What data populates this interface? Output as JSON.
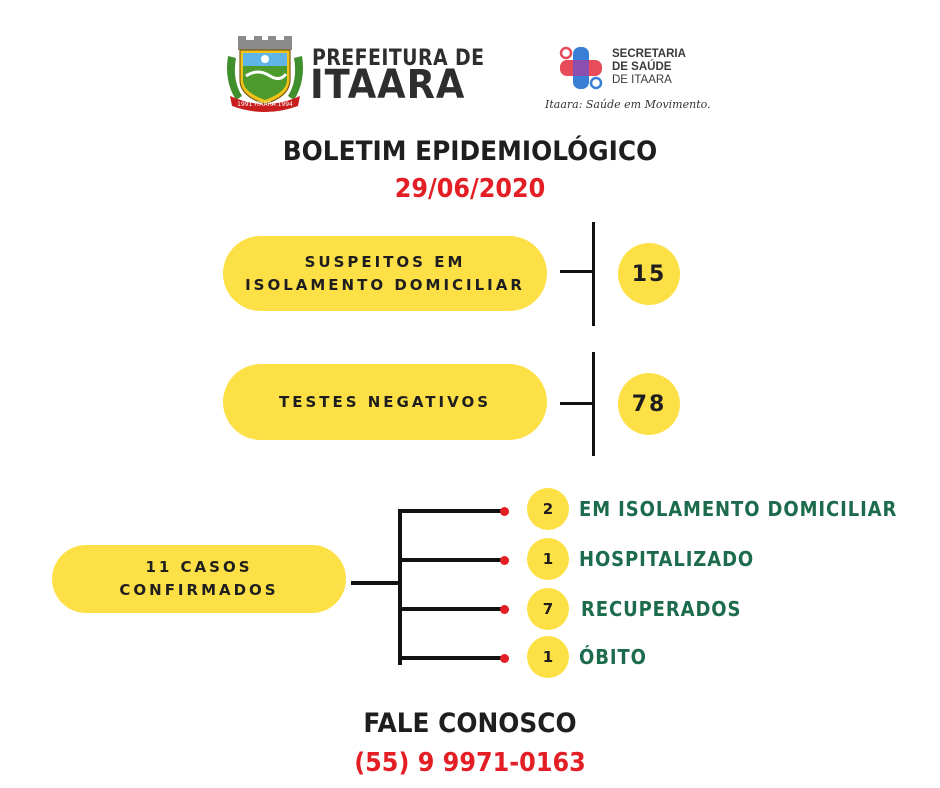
{
  "header": {
    "prefeitura_line1": "PREFEITURA DE",
    "prefeitura_line2": "ITAARA",
    "secretaria_line1": "SECRETARIA",
    "secretaria_line2": "DE SAÚDE",
    "secretaria_line3": "DE ITAARA",
    "tagline": "Itaara: Saúde em Movimento.",
    "crest_icon": "municipal-coat-of-arms",
    "health_icon": "medical-cross-logo"
  },
  "title": "BOLETIM EPIDEMIOLÓGICO",
  "date": "29/06/2020",
  "stats": {
    "suspeitos": {
      "label_line1": "SUSPEITOS EM",
      "label_line2": "ISOLAMENTO DOMICILIAR",
      "value": "15"
    },
    "negativos": {
      "label": "TESTES NEGATIVOS",
      "value": "78"
    }
  },
  "confirmados": {
    "label_line1": "11 CASOS",
    "label_line2": "CONFIRMADOS",
    "breakdown": [
      {
        "value": "2",
        "label": "EM ISOLAMENTO DOMICILIAR"
      },
      {
        "value": "1",
        "label": "HOSPITALIZADO"
      },
      {
        "value": "7",
        "label": "RECUPERADOS"
      },
      {
        "value": "1",
        "label": "ÓBITO"
      }
    ]
  },
  "footer": {
    "contact_title": "FALE CONOSCO",
    "phone": "(55) 9 9971-0163"
  },
  "colors": {
    "yellow": "#fde046",
    "red": "#e31e24",
    "green": "#1d6b4d",
    "dark": "#1e1e1e"
  }
}
